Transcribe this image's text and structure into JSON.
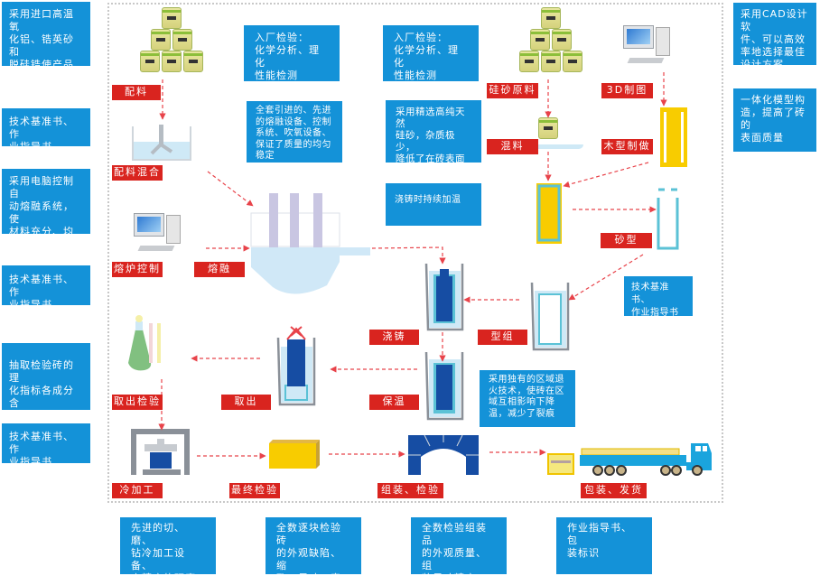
{
  "colors": {
    "note_bg": "#1492d8",
    "label_bg": "#d9241f",
    "arrow": "#e8434a",
    "mold_yellow": "#f8cc00",
    "brick_blue": "#164da3",
    "cyan": "#5bc2d6"
  },
  "left_notes": [
    "采用进口高温氧\n化铝、锆英砂和\n脱硅锆使产品质\n地纯净、晶相结\n构合理",
    "技术基准书、作\n业指导书",
    "采用电脑控制自\n动熔融系统，使\n材料充分、均匀\n熔融",
    "技术基准书、作\n业指导书",
    "抽取检验砖的理\n化指标各成分含\n量和物理参考等",
    "技术基准书、作\n业指导书"
  ],
  "right_notes": [
    "采用CAD设计软\n件、可以高效\n率地选择最佳\n设计方案",
    "一体化模型构\n造，提高了砖的\n表面质量"
  ],
  "inner_notes": {
    "incoming_inspection_1": "入厂检验：\n化学分析、理化\n性能检测",
    "melting_equipment": "全套引进的、先进\n的熔融设备、控制\n系统、吹氧设备、\n保证了质量的均匀\n稳定",
    "incoming_inspection_2": "入厂检验：\n化学分析、理化\n性能检测",
    "silica_sand": "采用精选高纯天然\n硅砂，杂质极少，\n降低了在砖表面的\n熔结",
    "continuous_heating": "浇铸时持续加温",
    "tech_standard": "技术基准书、\n作业指导书",
    "annealing": "采用独有的区域退\n火技术，使砖在区\n域互相影响下降\n温，减少了裂痕"
  },
  "bottom_notes": [
    "先进的切、磨、\n钻冷加工设备、\n高精度的研磨加\n工能力",
    "全数逐块检验砖\n的外观缺陷、缩\n孔、尺寸、表面\n精度、重量等",
    "全数检验组装品\n的外观质量、组\n装尺寸精度、砖\n缝、标记等",
    "作业指导书、包\n装标识"
  ],
  "steps": {
    "batching": "配料",
    "batch_mixing": "配料混合",
    "furnace_control": "熔炉控制",
    "melting": "熔融",
    "silica_raw": "硅砂原料",
    "mixing": "混料",
    "drawing_3d": "3D制图",
    "wood_pattern": "木型制做",
    "sand_mold": "砂型",
    "casting": "浇铸",
    "mold_assembly": "型组",
    "insulation": "保温",
    "takeout": "取出",
    "takeout_inspection": "取出检验",
    "cold_working": "冷加工",
    "final_inspection": "最终检验",
    "assembly_inspection": "组装、检验",
    "packing_shipping": "包装、发货"
  }
}
